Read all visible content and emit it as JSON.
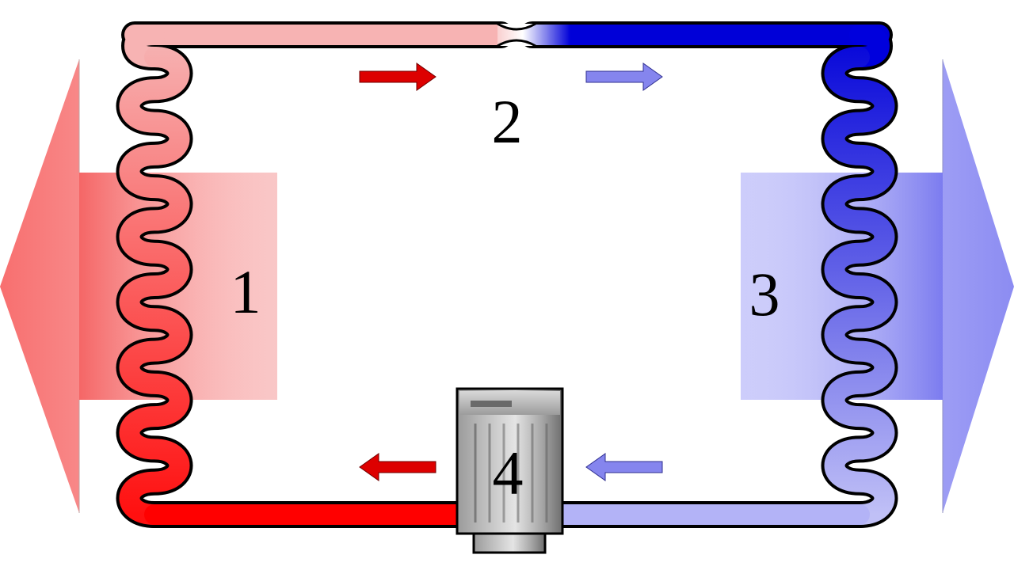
{
  "diagram": {
    "labels": {
      "condenser": "1",
      "expansion_valve": "2",
      "evaporator": "3",
      "compressor": "4"
    },
    "colors": {
      "hot": "#ff0000",
      "hot_light": "#f7b3b3",
      "cold": "#0000dd",
      "cold_light": "#b3b3f7",
      "arrow_hot": "#dd0000",
      "arrow_cold": "#8080ee",
      "outline": "#000000"
    },
    "icons": [
      "heat-out-arrow",
      "heat-in-arrow",
      "flow-arrow",
      "compressor-icon"
    ]
  }
}
